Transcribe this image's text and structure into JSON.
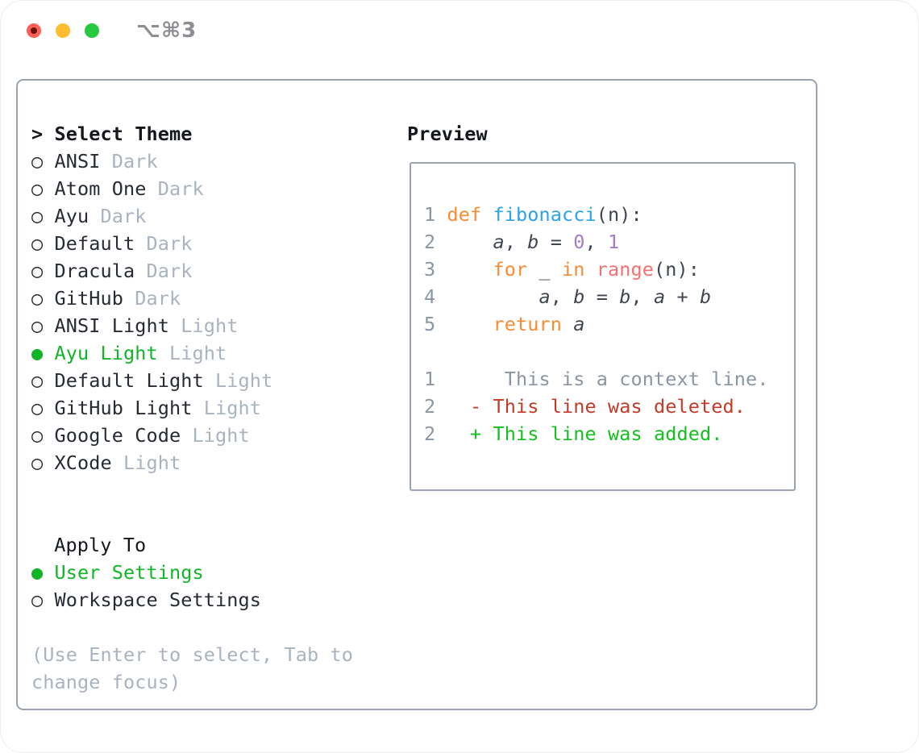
{
  "titlebar": {
    "shortcut": "⌥⌘3",
    "traffic_lights": [
      "close",
      "minimize",
      "zoom"
    ]
  },
  "colors": {
    "tl-red": "#ff5f57",
    "tl-yellow": "#febc2e",
    "tl-green": "#28c840",
    "border": "#9aa3ae",
    "ink": "#14181d",
    "item": "#262b33",
    "muted": "#a9b3c0",
    "green": "#12b428",
    "gray": "#8b96a3",
    "code": "#3f4650",
    "kw": "#f98c33",
    "fn": "#2aa3e8",
    "num": "#a37acc",
    "builtin": "#f57070",
    "del": "#c23a28",
    "add": "#12c11e"
  },
  "glyphs": {
    "radio_empty": "○",
    "radio_selected": "●",
    "header_prefix": "> "
  },
  "theme_panel": {
    "header": {
      "label": "Select Theme"
    },
    "themes": [
      {
        "name": "ANSI",
        "variant": "Dark",
        "selected": false
      },
      {
        "name": "Atom One",
        "variant": "Dark",
        "selected": false
      },
      {
        "name": "Ayu",
        "variant": "Dark",
        "selected": false
      },
      {
        "name": "Default",
        "variant": "Dark",
        "selected": false
      },
      {
        "name": "Dracula",
        "variant": "Dark",
        "selected": false
      },
      {
        "name": "GitHub",
        "variant": "Dark",
        "selected": false
      },
      {
        "name": "ANSI Light",
        "variant": "Light",
        "selected": false
      },
      {
        "name": "Ayu Light",
        "variant": "Light",
        "selected": true
      },
      {
        "name": "Default Light",
        "variant": "Light",
        "selected": false
      },
      {
        "name": "GitHub Light",
        "variant": "Light",
        "selected": false
      },
      {
        "name": "Google Code",
        "variant": "Light",
        "selected": false
      },
      {
        "name": "XCode",
        "variant": "Light",
        "selected": false
      }
    ],
    "apply_to": {
      "label": "Apply To",
      "options": [
        {
          "name": "User Settings",
          "selected": true
        },
        {
          "name": "Workspace Settings",
          "selected": false
        }
      ]
    },
    "hint_lines": [
      "(Use Enter to select, Tab to",
      "change focus)"
    ]
  },
  "preview": {
    "label": "Preview",
    "lines": [
      {
        "num": "1",
        "tokens": [
          {
            "c": "kw",
            "t": "def"
          },
          {
            "c": "plain",
            "t": " "
          },
          {
            "c": "fn",
            "t": "fibonacci"
          },
          {
            "c": "plain",
            "t": "(n):"
          }
        ]
      },
      {
        "num": "2",
        "tokens": [
          {
            "c": "plain",
            "t": "    "
          },
          {
            "c": "var",
            "t": "a"
          },
          {
            "c": "plain",
            "t": ", "
          },
          {
            "c": "var",
            "t": "b"
          },
          {
            "c": "plain",
            "t": " = "
          },
          {
            "c": "num",
            "t": "0"
          },
          {
            "c": "plain",
            "t": ", "
          },
          {
            "c": "num",
            "t": "1"
          }
        ]
      },
      {
        "num": "3",
        "tokens": [
          {
            "c": "plain",
            "t": "    "
          },
          {
            "c": "kw",
            "t": "for"
          },
          {
            "c": "plain",
            "t": " _ "
          },
          {
            "c": "kw",
            "t": "in"
          },
          {
            "c": "plain",
            "t": " "
          },
          {
            "c": "builtin",
            "t": "range"
          },
          {
            "c": "plain",
            "t": "(n):"
          }
        ]
      },
      {
        "num": "4",
        "tokens": [
          {
            "c": "plain",
            "t": "        "
          },
          {
            "c": "var",
            "t": "a"
          },
          {
            "c": "plain",
            "t": ", "
          },
          {
            "c": "var",
            "t": "b"
          },
          {
            "c": "plain",
            "t": " = "
          },
          {
            "c": "var",
            "t": "b"
          },
          {
            "c": "plain",
            "t": ", "
          },
          {
            "c": "var",
            "t": "a"
          },
          {
            "c": "plain",
            "t": " + "
          },
          {
            "c": "var",
            "t": "b"
          }
        ]
      },
      {
        "num": "5",
        "tokens": [
          {
            "c": "plain",
            "t": "    "
          },
          {
            "c": "kw",
            "t": "return"
          },
          {
            "c": "plain",
            "t": " "
          },
          {
            "c": "var",
            "t": "a"
          }
        ]
      },
      {
        "num": "",
        "tokens": []
      },
      {
        "num": "1",
        "tokens": [
          {
            "c": "ctx",
            "t": "     This is a context line."
          }
        ]
      },
      {
        "num": "2",
        "tokens": [
          {
            "c": "del",
            "t": "  - This line was deleted."
          }
        ]
      },
      {
        "num": "2",
        "tokens": [
          {
            "c": "add",
            "t": "  + This line was added."
          }
        ]
      }
    ]
  }
}
